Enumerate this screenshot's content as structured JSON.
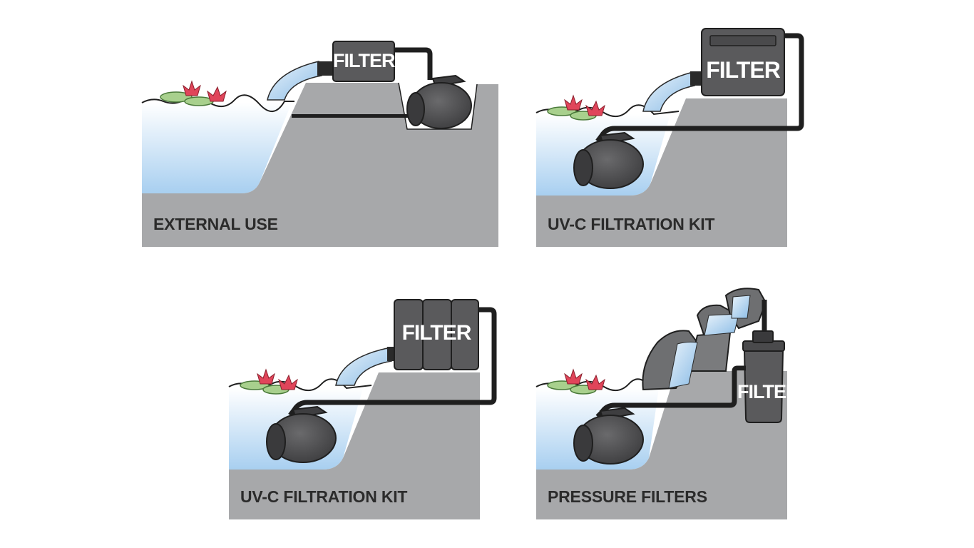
{
  "panels": [
    {
      "caption": "EXTERNAL USE",
      "filter_label": "FILTER"
    },
    {
      "caption": "UV-C FILTRATION KIT",
      "filter_label": "FILTER"
    },
    {
      "caption": "UV-C FILTRATION KIT",
      "filter_label": "FILTER"
    },
    {
      "caption": "PRESSURE FILTERS",
      "filter_label": "FILTER"
    }
  ],
  "colors": {
    "ground": "#a7a8aa",
    "water_top": "#ffffff",
    "water_bottom": "#a8cff0",
    "pump": "#4d4d4f",
    "filter": "#5a5a5c",
    "pipe": "#1f1f1f",
    "lily_pad": "#a8d08d",
    "flower": "#e0455a"
  }
}
